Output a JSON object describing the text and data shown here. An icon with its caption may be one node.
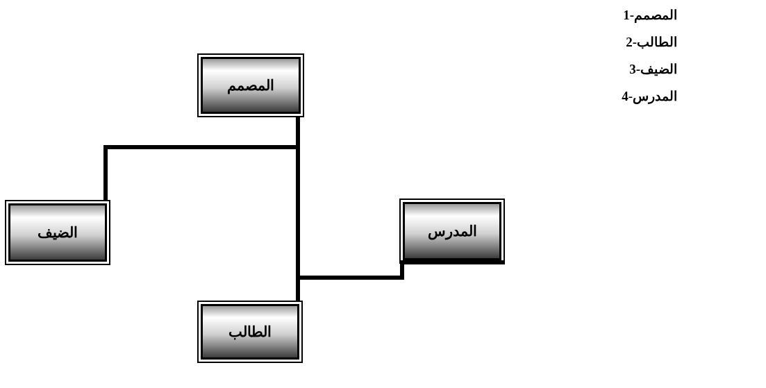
{
  "diagram": {
    "nodes": [
      {
        "text": [
          "المصمم"
        ]
      },
      {
        "text": [
          "الضيف"
        ]
      },
      {
        "text": [
          "المدرس"
        ]
      },
      {
        "text": [
          "الطالب"
        ]
      }
    ],
    "edges": [
      {
        "from": 0,
        "to": 1,
        "arrow": "none"
      },
      {
        "from": 0,
        "to": 2,
        "arrow": "none"
      },
      {
        "from": 0,
        "to": 3,
        "arrow": "none"
      }
    ],
    "labels": [
      "1-المصمم",
      "2-الطالب",
      "3-الضيف",
      "4-المدرس"
    ]
  }
}
